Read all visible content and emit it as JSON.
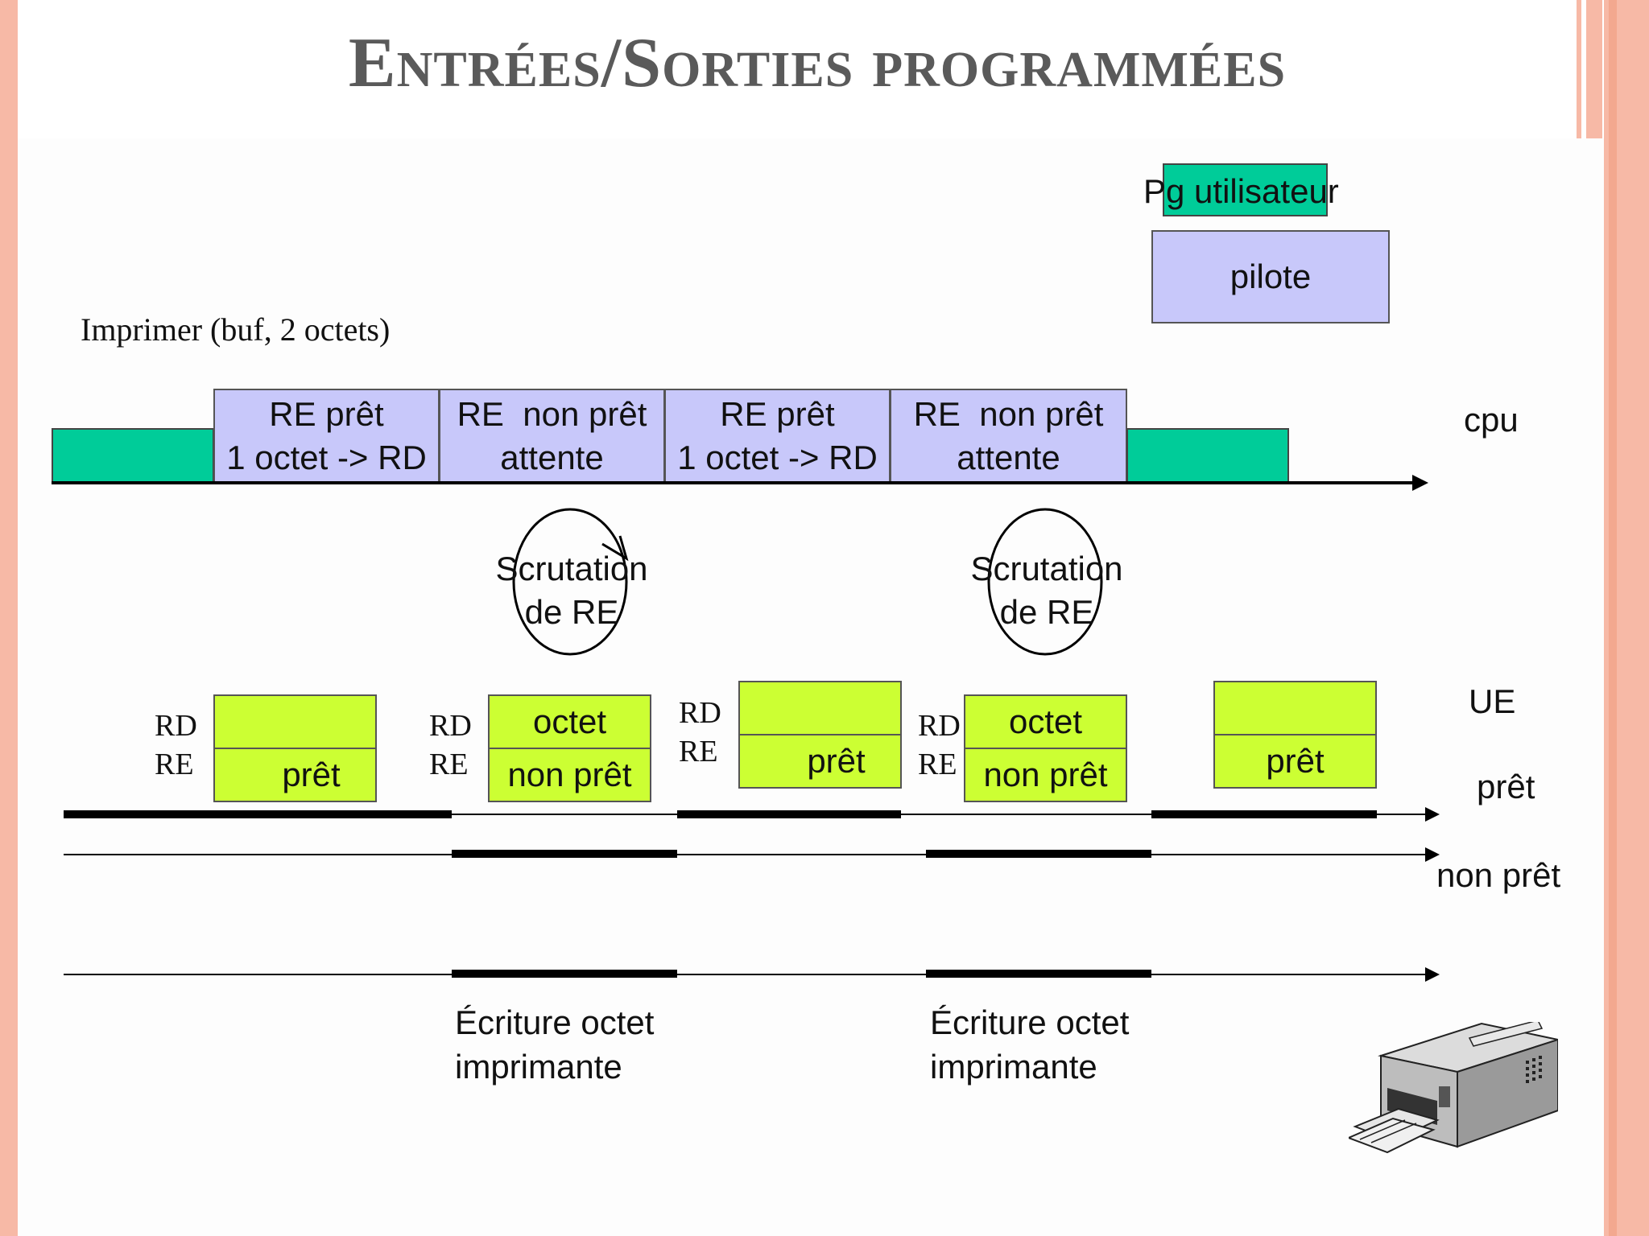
{
  "title": "Entrées/Sorties programmées",
  "top": {
    "user_program": "Pg utilisateur",
    "driver": "pilote"
  },
  "call_label": "Imprimer (buf, 2 octets)",
  "cpu_row": {
    "label": "cpu",
    "segments": [
      {
        "line1": "RE prêt",
        "line2": "1 octet -> RD"
      },
      {
        "line1": "RE  non prêt",
        "line2": "attente"
      },
      {
        "line1": "RE prêt",
        "line2": "1 octet -> RD"
      },
      {
        "line1": "RE  non prêt",
        "line2": "attente"
      }
    ]
  },
  "polling": [
    {
      "line1": "Scrutation",
      "line2": "de RE"
    },
    {
      "line1": "Scrutation",
      "line2": "de RE"
    }
  ],
  "ue_row": {
    "label": "UE",
    "rd": "RD",
    "re": "RE",
    "units": [
      {
        "top": "",
        "bottom": "prêt"
      },
      {
        "top": "octet",
        "bottom": "non prêt"
      },
      {
        "top": "",
        "bottom": "prêt"
      },
      {
        "top": "octet",
        "bottom": "non prêt"
      },
      {
        "top": "",
        "bottom": "prêt"
      }
    ]
  },
  "state_labels": {
    "ready": "prêt",
    "not_ready": "non prêt"
  },
  "printer_events": [
    {
      "line1": "Écriture octet",
      "line2": "imprimante"
    },
    {
      "line1": "Écriture octet",
      "line2": "imprimante"
    }
  ],
  "colors": {
    "lavender": "#c8c8fa",
    "teal": "#00cc99",
    "lime": "#ccff33",
    "accent": "#f7b9a6"
  }
}
